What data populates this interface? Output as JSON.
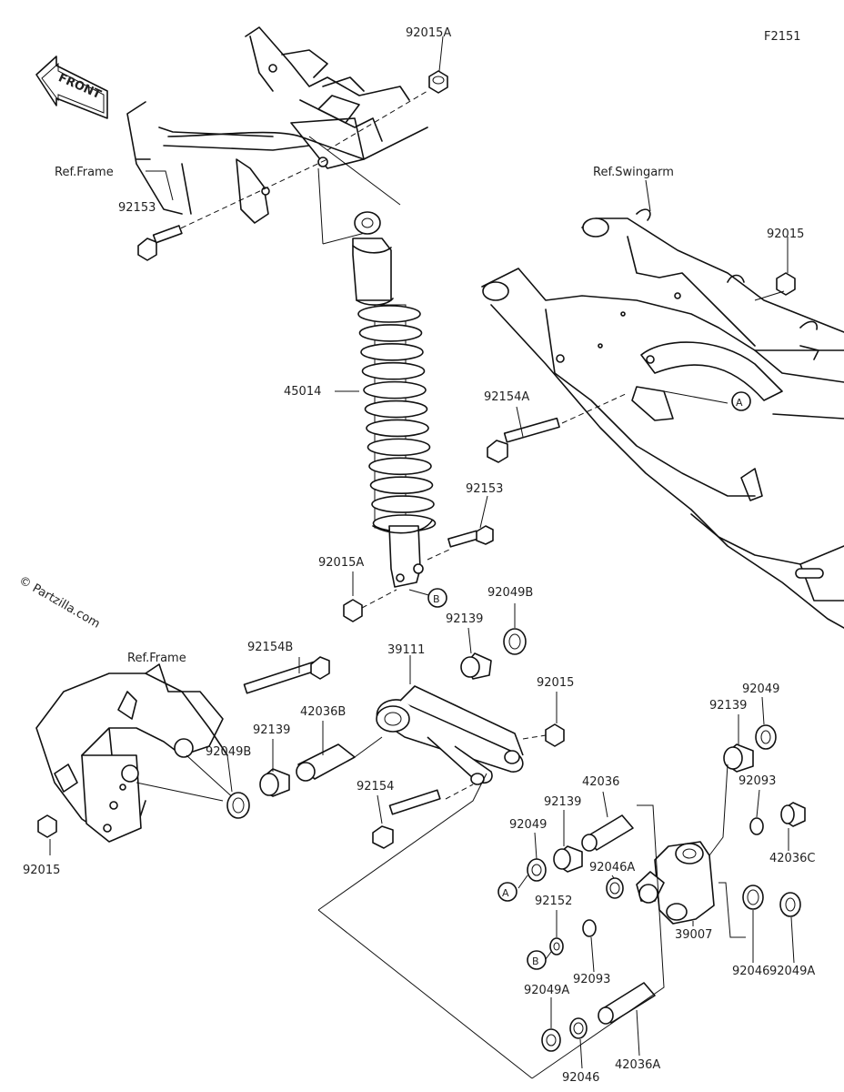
{
  "figure_code": "F2151",
  "front_label": "FRONT",
  "watermark": "© Partzilla.com",
  "callouts": {
    "a": "A",
    "b": "B"
  },
  "references": {
    "frame_top": "Ref.Frame",
    "swingarm": "Ref.Swingarm",
    "frame_bottom": "Ref.Frame"
  },
  "part_numbers": {
    "p92015A_top": "92015A",
    "p92153_top": "92153",
    "p92015_top": "92015",
    "p45014": "45014",
    "p92154A": "92154A",
    "p92153_mid": "92153",
    "p92015A_mid": "92015A",
    "p92049B_mid": "92049B",
    "p92139_mid": "92139",
    "p92154B": "92154B",
    "p39111": "39111",
    "p42036B": "42036B",
    "p92015_mid": "92015",
    "p92139_left": "92139",
    "p92049B_left": "92049B",
    "p92154": "92154",
    "p92015_left": "92015",
    "p92049_right": "92049",
    "p92139_right": "92139",
    "p92093_right": "92093",
    "p42036": "42036",
    "p92139_low": "92139",
    "p92049_low": "92049",
    "p92046A": "92046A",
    "p42036C": "42036C",
    "p92152": "92152",
    "p92093_low": "92093",
    "p39007": "39007",
    "p92046_right": "92046",
    "p92049A_right": "92049A",
    "p92049A_low": "92049A",
    "p92046_low": "92046",
    "p42036A": "42036A"
  }
}
